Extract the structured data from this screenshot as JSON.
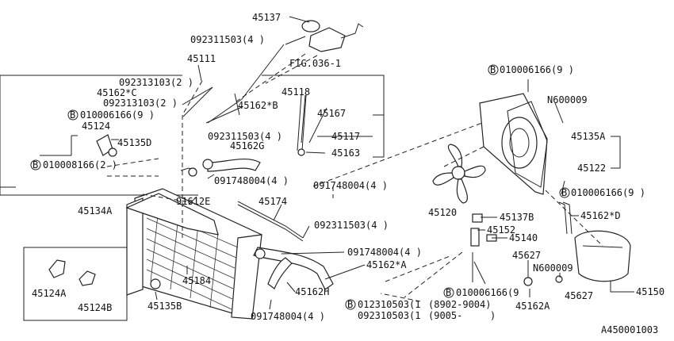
{
  "diagram_id": "A450001003",
  "labels": {
    "l45137": "45137",
    "l092311503_top": "092311503(4 )",
    "lfig": "FIG.036-1",
    "l45111": "45111",
    "l092313103_a": "092313103(2 )",
    "l45162c": "45162*C",
    "l092313103_b": "092313103(2 )",
    "l45162b": "45162*B",
    "l45118": "45118",
    "l45167": "45167",
    "lb010006166_left": "010006166(9 )",
    "l45124": "45124",
    "l45135d": "45135D",
    "lb010008166": "010008166(2 )",
    "l092311503_mid": "092311503(4 )",
    "l45162g": "45162G",
    "l45117": "45117",
    "l45163": "45163",
    "l091748004_a": "091748004(4 )",
    "l091748004_b": "091748004(4 )",
    "l91612e": "91612E",
    "l45134a": "45134A",
    "l45174": "45174",
    "l092311503_low": "092311503(4 )",
    "l091748004_c": "091748004(4 )",
    "l45162a": "45162*A",
    "l45184": "45184",
    "l45162h": "45162H",
    "l45135b": "45135B",
    "l091748004_d": "091748004(4 )",
    "l45124a": "45124A",
    "l45124b": "45124B",
    "lb010006166_top": "010006166(9 )",
    "ln600009_top": "N600009",
    "l45135a": "45135A",
    "l45122": "45122",
    "lb010006166_right": "010006166(9 )",
    "l45120": "45120",
    "l45137b": "45137B",
    "l45162d": "45162*D",
    "l45152": "45152",
    "l45140": "45140",
    "l45627_a": "45627",
    "ln600009_low": "N600009",
    "l45150": "45150",
    "lb010006166_low": "010006166(9",
    "l45627_b": "45627",
    "lb012310503": "012310503(1",
    "l8902": "(8902-9004)",
    "l45162a2": "45162A",
    "l092310503": "092310503(1",
    "l9005": "(9005-",
    "lparen": ")"
  },
  "bolt_symbol": "B"
}
